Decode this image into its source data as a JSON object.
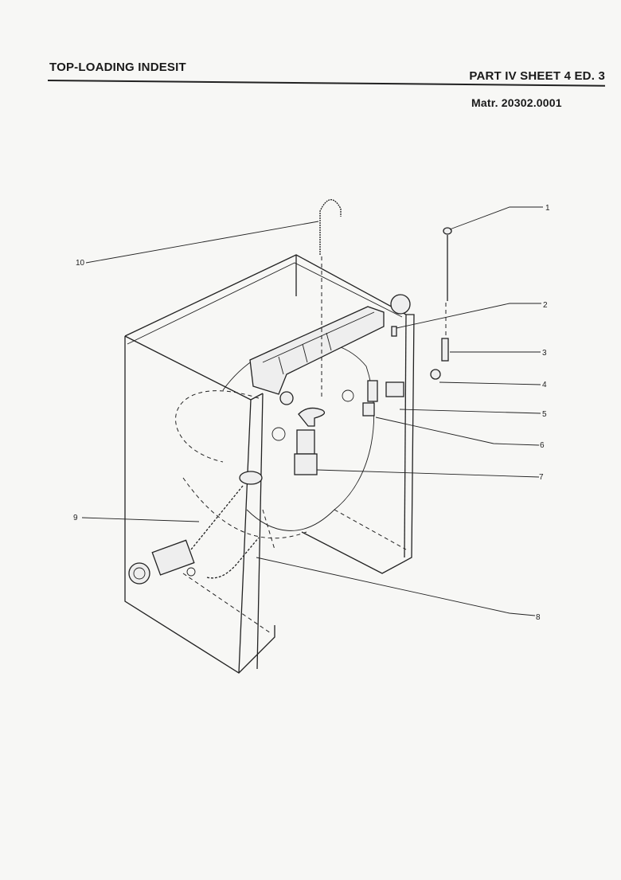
{
  "header": {
    "title": "TOP-LOADING INDESIT",
    "sheet": "PART IV SHEET 4 ED. 3",
    "matr": "Matr. 20302.0001"
  },
  "callouts": [
    "1",
    "2",
    "3",
    "4",
    "5",
    "6",
    "7",
    "8",
    "9",
    "10"
  ]
}
